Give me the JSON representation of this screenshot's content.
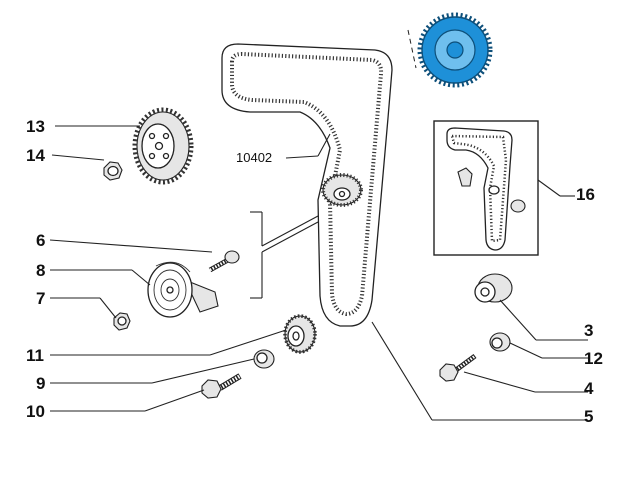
{
  "labels": {
    "p13": "13",
    "p14": "14",
    "p6": "6",
    "p8": "8",
    "p7": "7",
    "p11": "11",
    "p9": "9",
    "p10": "10",
    "p3": "3",
    "p12": "12",
    "p4": "4",
    "p5": "5",
    "p16": "16",
    "belt_code": "10402"
  },
  "colors": {
    "highlight_sprocket": "#1e90d8",
    "line": "#222222"
  }
}
